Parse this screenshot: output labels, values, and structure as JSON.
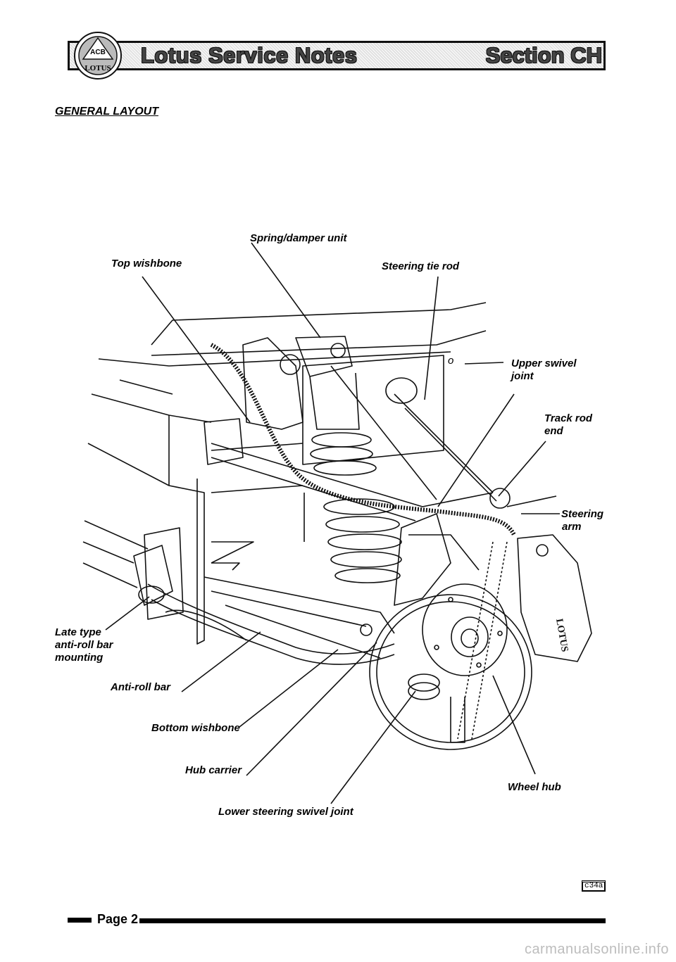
{
  "header": {
    "title": "Lotus Service Notes",
    "section": "Section CH",
    "logo_text": "LOTUS"
  },
  "heading": "GENERAL LAYOUT",
  "diagram": {
    "labels": {
      "spring_damper": "Spring/damper unit",
      "top_wishbone": "Top wishbone",
      "steering_tie_rod": "Steering tie rod",
      "upper_swivel_1": "Upper swivel",
      "upper_swivel_2": "joint",
      "track_rod_1": "Track rod",
      "track_rod_2": "end",
      "steering_arm_1": "Steering",
      "steering_arm_2": "arm",
      "late_type_1": "Late type",
      "late_type_2": "anti-roll bar",
      "late_type_3": "mounting",
      "anti_roll_bar": "Anti-roll bar",
      "bottom_wishbone": "Bottom wishbone",
      "hub_carrier": "Hub carrier",
      "wheel_hub": "Wheel hub",
      "lower_swivel": "Lower steering swivel joint"
    },
    "ref": "c34a"
  },
  "footer": {
    "page": "Page 2",
    "watermark": "carmanualsonline.info"
  }
}
